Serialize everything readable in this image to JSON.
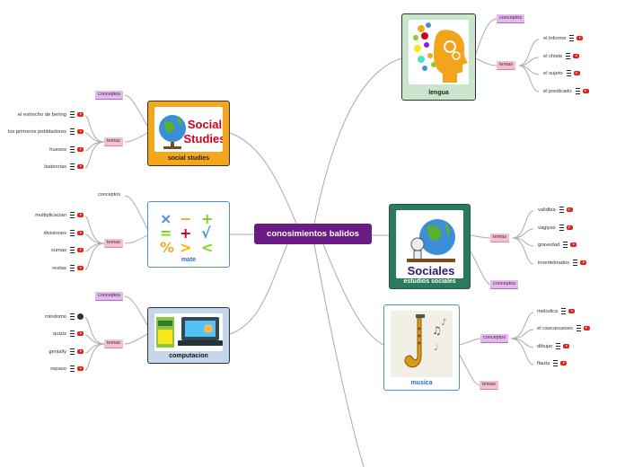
{
  "central": "conosimientos balidos",
  "nodes": {
    "lengua": "lengua",
    "social_studies": "social studies",
    "mate": "mate",
    "computacion": "computacion",
    "sociales": "estudios sociales",
    "musica": "musica"
  },
  "image_text": {
    "social": "Social",
    "studies": "Studies",
    "sociales": "Sociales"
  },
  "labels": {
    "conceptos": "conceptos",
    "temas": "temas"
  },
  "leaves": {
    "lengua": [
      "el informe",
      "el chiste",
      "el sujeto",
      "el predicado"
    ],
    "social_studies": [
      "el estrecho de bering",
      "los primeros pobbladores",
      "huesos",
      "lasteorias"
    ],
    "mate": [
      "multiplicacian",
      "divisiones",
      "sumas",
      "restas"
    ],
    "computacion": [
      "mindomo",
      "quiziz",
      "genially",
      "repaso"
    ],
    "sociales": [
      "validbia",
      "vagiyas",
      "gravedad",
      "invertebrados"
    ],
    "musica": [
      "melodica",
      "el cascanueses",
      "dibujar",
      "flauta"
    ]
  },
  "colors": {
    "central": "#6a1b84",
    "lengua_bg": "#c9e6cd",
    "social_studies_bg": "#f5a71c",
    "mate_bg": "#ffffff",
    "computacion_bg": "#c4d6ec",
    "sociales_bg": "#2b7a5c",
    "musica_bg": "#ffffff"
  }
}
